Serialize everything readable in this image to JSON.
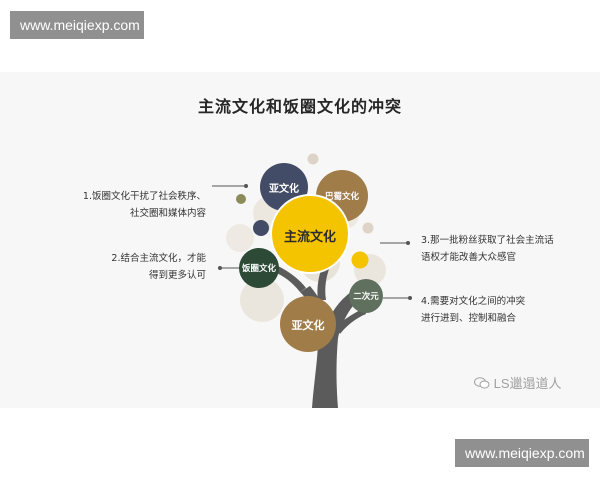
{
  "watermark": {
    "top": "www.meiqiexp.com",
    "bottom": "www.meiqiexp.com"
  },
  "title": "主流文化和饭圈文化的冲突",
  "notes": {
    "note1": {
      "line1": "1.饭圈文化干扰了社会秩序、",
      "line2": "社交圈和媒体内容"
    },
    "note2": {
      "line1": "2.结合主流文化，才能",
      "line2": "得到更多认可"
    },
    "note3": {
      "line1": "3.那一批粉丝获取了社会主流话",
      "line2": "语权才能改善大众感官"
    },
    "note4": {
      "line1": "4.需要对文化之间的冲突",
      "line2": "进行进到、控制和融合"
    }
  },
  "bubbles": {
    "center": "主流文化",
    "top_left": "亚文化",
    "top_right": "巴蜀文化",
    "left": "饭圈文化",
    "right": "二次元",
    "bottom": "亚文化"
  },
  "credit": "LS邋遢道人",
  "colors": {
    "yellow": "#f5c400",
    "brown": "#a07c49",
    "navy": "#434c66",
    "dark_green": "#2c4a35",
    "sage": "#5f705f",
    "trunk": "#5b5b5b",
    "light_bubble": "#e8e2d6"
  }
}
